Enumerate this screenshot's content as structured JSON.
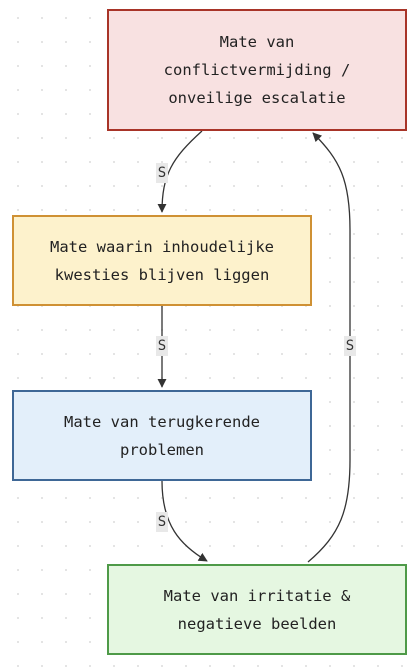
{
  "nodes": [
    {
      "id": "n1",
      "lines": [
        "Mate van",
        "conflictvermijding /",
        "onveilige escalatie"
      ],
      "fill": "#f8e1e1",
      "stroke": "#a83428"
    },
    {
      "id": "n2",
      "lines": [
        "Mate waarin inhoudelijke",
        "kwesties blijven liggen"
      ],
      "fill": "#fdf2cc",
      "stroke": "#cf9134"
    },
    {
      "id": "n3",
      "lines": [
        "Mate van terugkerende",
        "problemen"
      ],
      "fill": "#e3effa",
      "stroke": "#3e6796"
    },
    {
      "id": "n4",
      "lines": [
        "Mate van irritatie &",
        "negatieve beelden"
      ],
      "fill": "#e5f7e1",
      "stroke": "#4e9a48"
    }
  ],
  "edges": [
    {
      "from": "n1",
      "to": "n2",
      "label": "S"
    },
    {
      "from": "n2",
      "to": "n3",
      "label": "S"
    },
    {
      "from": "n3",
      "to": "n4",
      "label": "S"
    },
    {
      "from": "n4",
      "to": "n1",
      "label": "S"
    }
  ],
  "colors": {
    "edge": "#333333",
    "label_bg": "#e8e8e8"
  }
}
